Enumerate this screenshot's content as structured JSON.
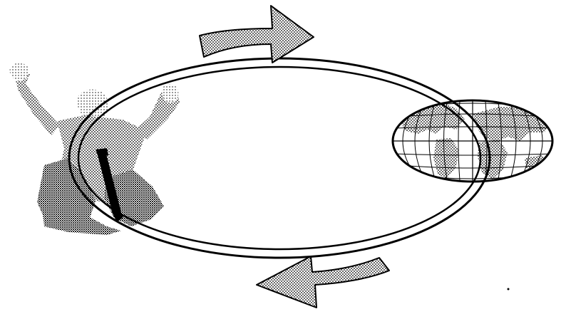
{
  "diagram": {
    "elements": {
      "cycle_loop": "ring",
      "top_arrow": "arrow-right",
      "bottom_arrow": "arrow-left",
      "person": "cheering-person",
      "globe": "world-map-globe"
    },
    "colors": {
      "background": "#ffffff",
      "ink": "#000000",
      "halftone": "#5a5a5a",
      "halftone_light": "#a8a8a8"
    }
  }
}
